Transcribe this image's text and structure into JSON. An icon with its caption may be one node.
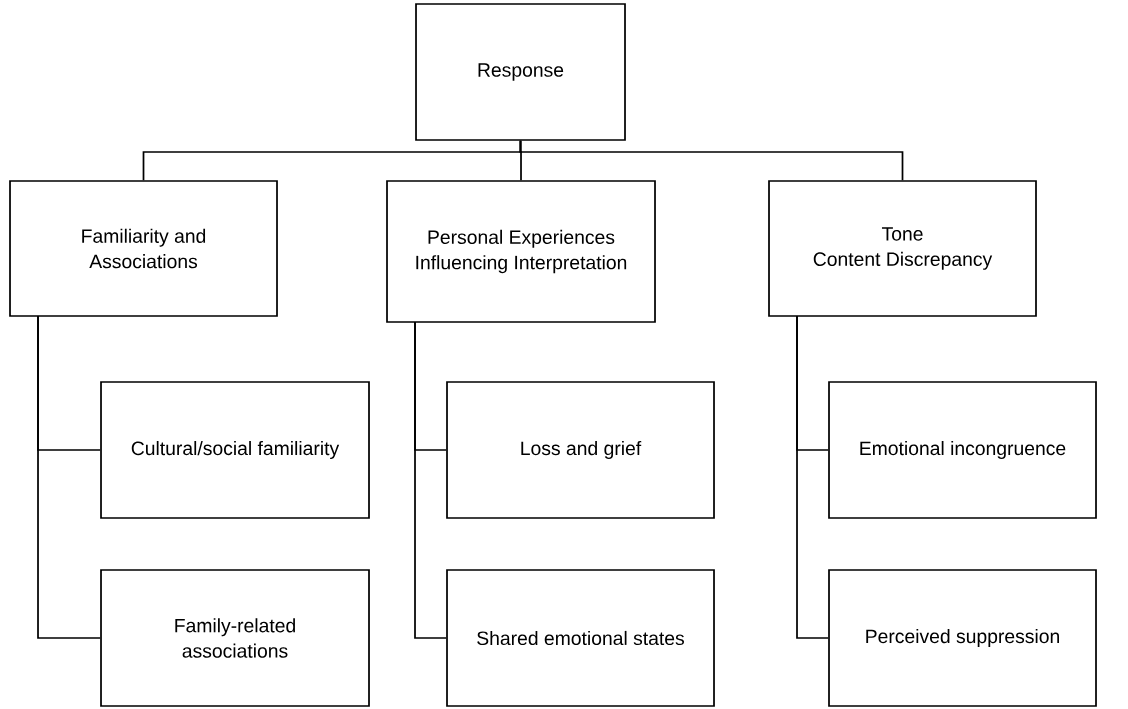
{
  "diagram": {
    "nodes": [
      {
        "text": [
          "Response"
        ]
      },
      {
        "text": [
          "Familiarity and Associations"
        ]
      },
      {
        "text": [
          "Personal Experiences Influencing Interpretation"
        ]
      },
      {
        "text": [
          "Tone",
          "Content Discrepancy"
        ]
      },
      {
        "text": [
          "Cultural/social familiarity"
        ]
      },
      {
        "text": [
          "Family-related associations"
        ]
      },
      {
        "text": [
          "Loss and grief"
        ]
      },
      {
        "text": [
          "Shared emotional states"
        ]
      },
      {
        "text": [
          "Emotional incongruence"
        ]
      },
      {
        "text": [
          "Perceived suppression"
        ]
      }
    ],
    "edges": [
      {
        "from": 0,
        "to": 1,
        "arrow": "none"
      },
      {
        "from": 0,
        "to": 2,
        "arrow": "none"
      },
      {
        "from": 0,
        "to": 3,
        "arrow": "none"
      },
      {
        "from": 1,
        "to": 4,
        "arrow": "none"
      },
      {
        "from": 1,
        "to": 5,
        "arrow": "none"
      },
      {
        "from": 2,
        "to": 6,
        "arrow": "none"
      },
      {
        "from": 2,
        "to": 7,
        "arrow": "none"
      },
      {
        "from": 3,
        "to": 8,
        "arrow": "none"
      },
      {
        "from": 3,
        "to": 9,
        "arrow": "none"
      }
    ]
  }
}
